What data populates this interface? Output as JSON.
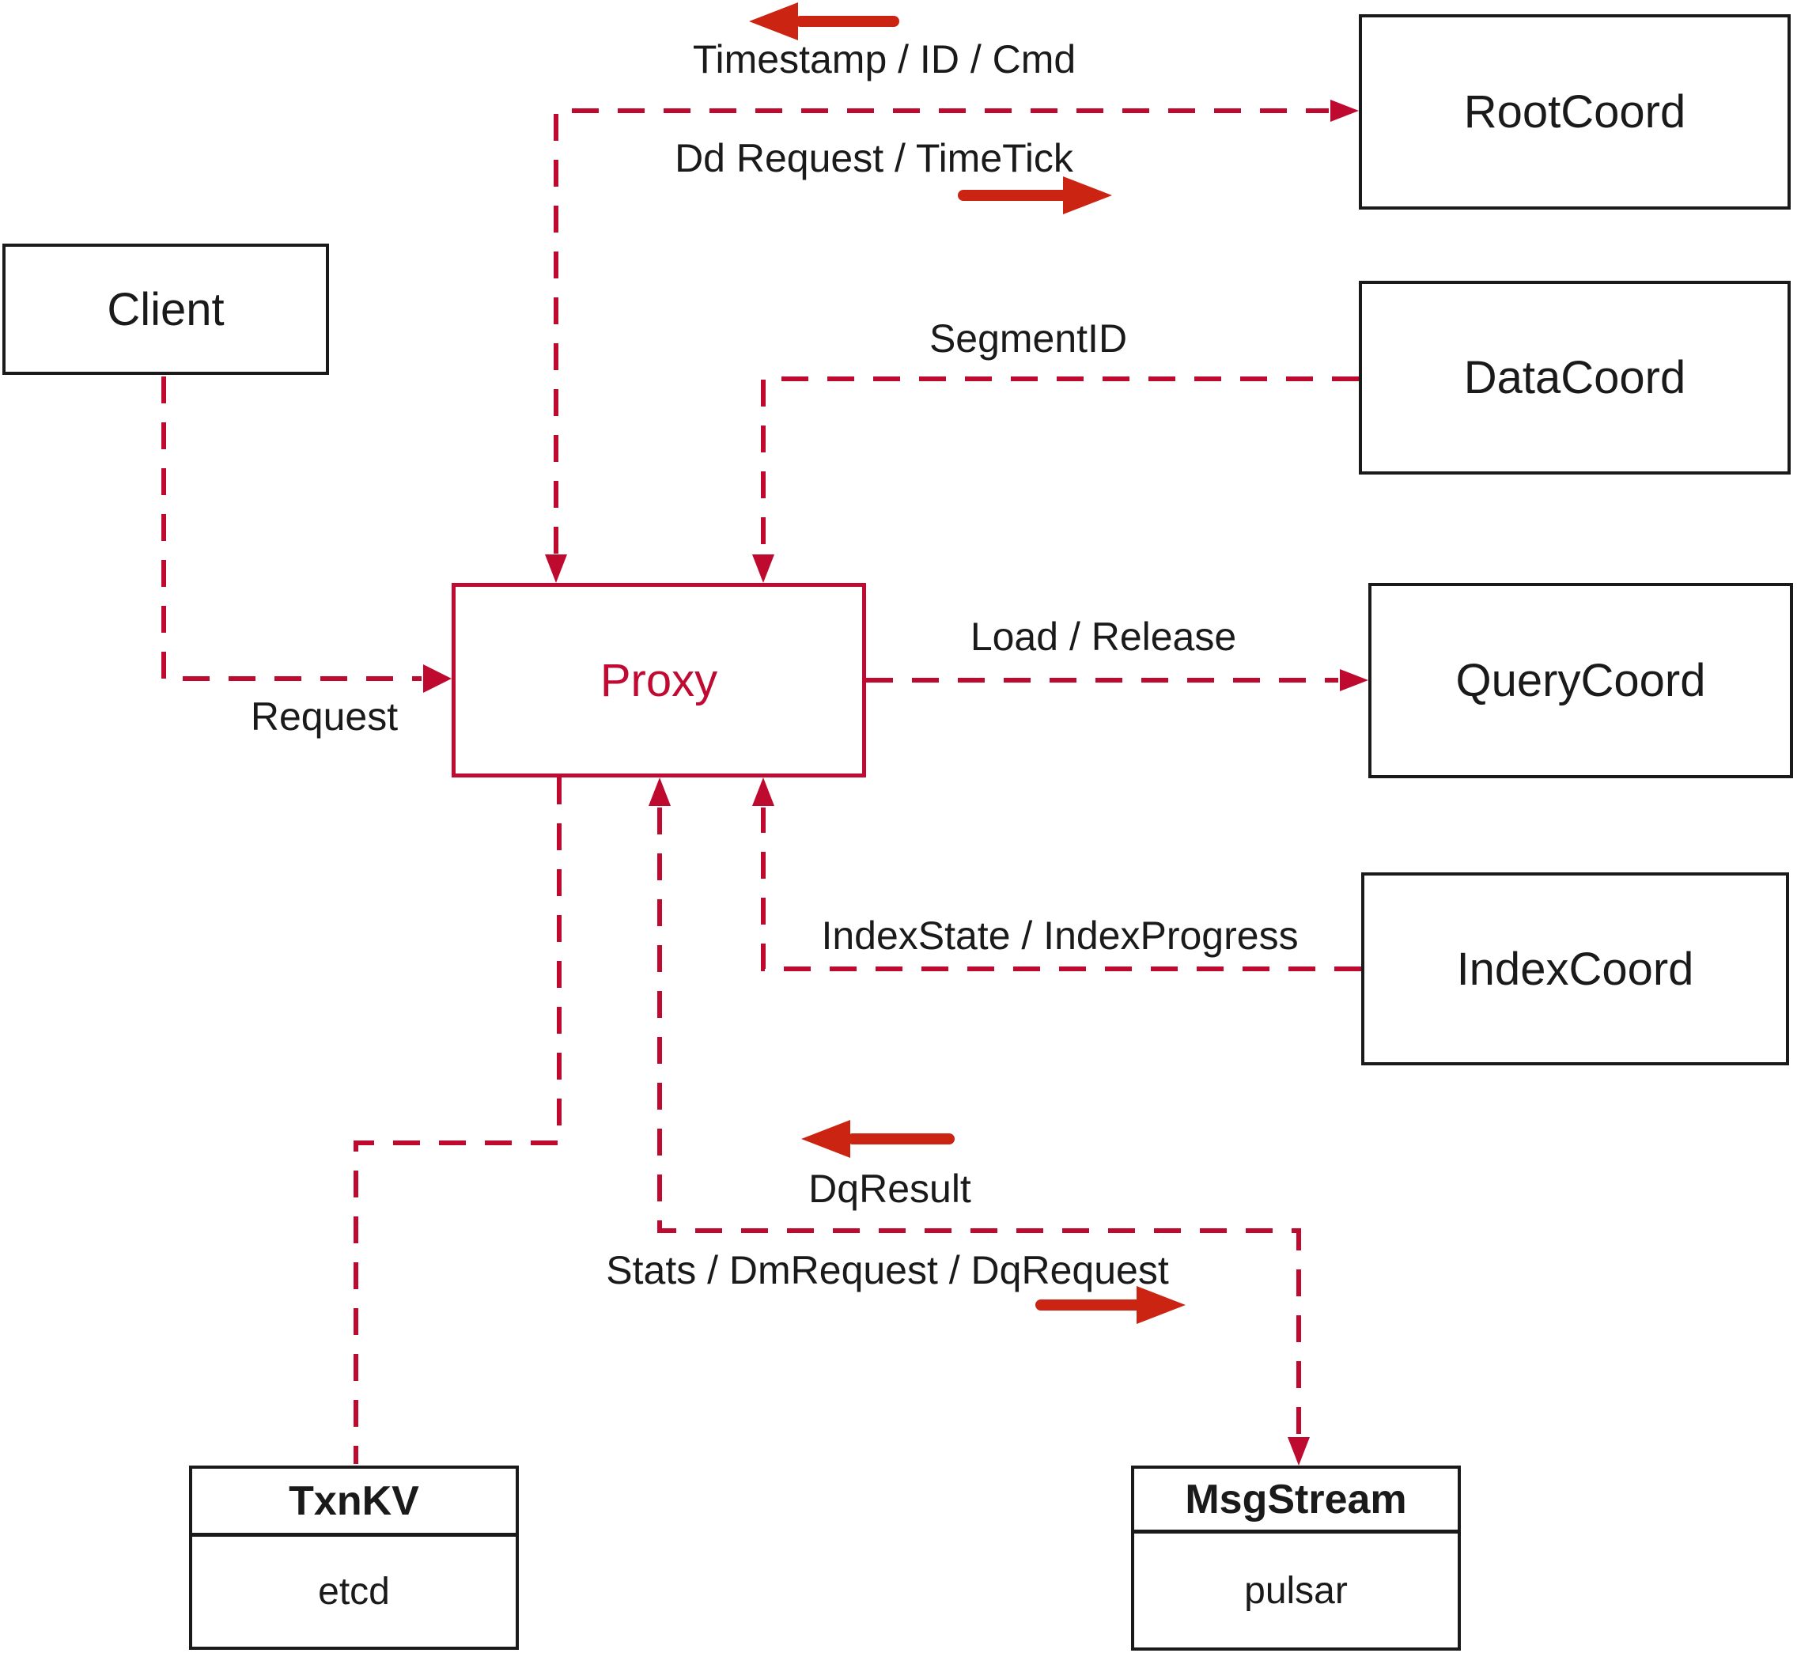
{
  "diagram": {
    "nodes": {
      "client": {
        "label": "Client"
      },
      "root_coord": {
        "label": "RootCoord"
      },
      "data_coord": {
        "label": "DataCoord"
      },
      "query_coord": {
        "label": "QueryCoord"
      },
      "index_coord": {
        "label": "IndexCoord"
      },
      "proxy": {
        "label": "Proxy"
      },
      "txn_kv": {
        "title": "TxnKV",
        "subtitle": "etcd"
      },
      "msg_stream": {
        "title": "MsgStream",
        "subtitle": "pulsar"
      }
    },
    "edge_labels": {
      "timestamp_id_cmd": "Timestamp / ID / Cmd",
      "dd_request_timetick": "Dd Request / TimeTick",
      "segment_id": "SegmentID",
      "request": "Request",
      "load_release": "Load / Release",
      "index_state_progress": "IndexState / IndexProgress",
      "dq_result": "DqResult",
      "stats_dm_dq": "Stats / DmRequest / DqRequest"
    },
    "colors": {
      "dashed_line": "#bf0a30",
      "solid_arrow": "#cc2413",
      "proxy_accent": "#c00a31",
      "box_border": "#1a1a1a"
    }
  }
}
